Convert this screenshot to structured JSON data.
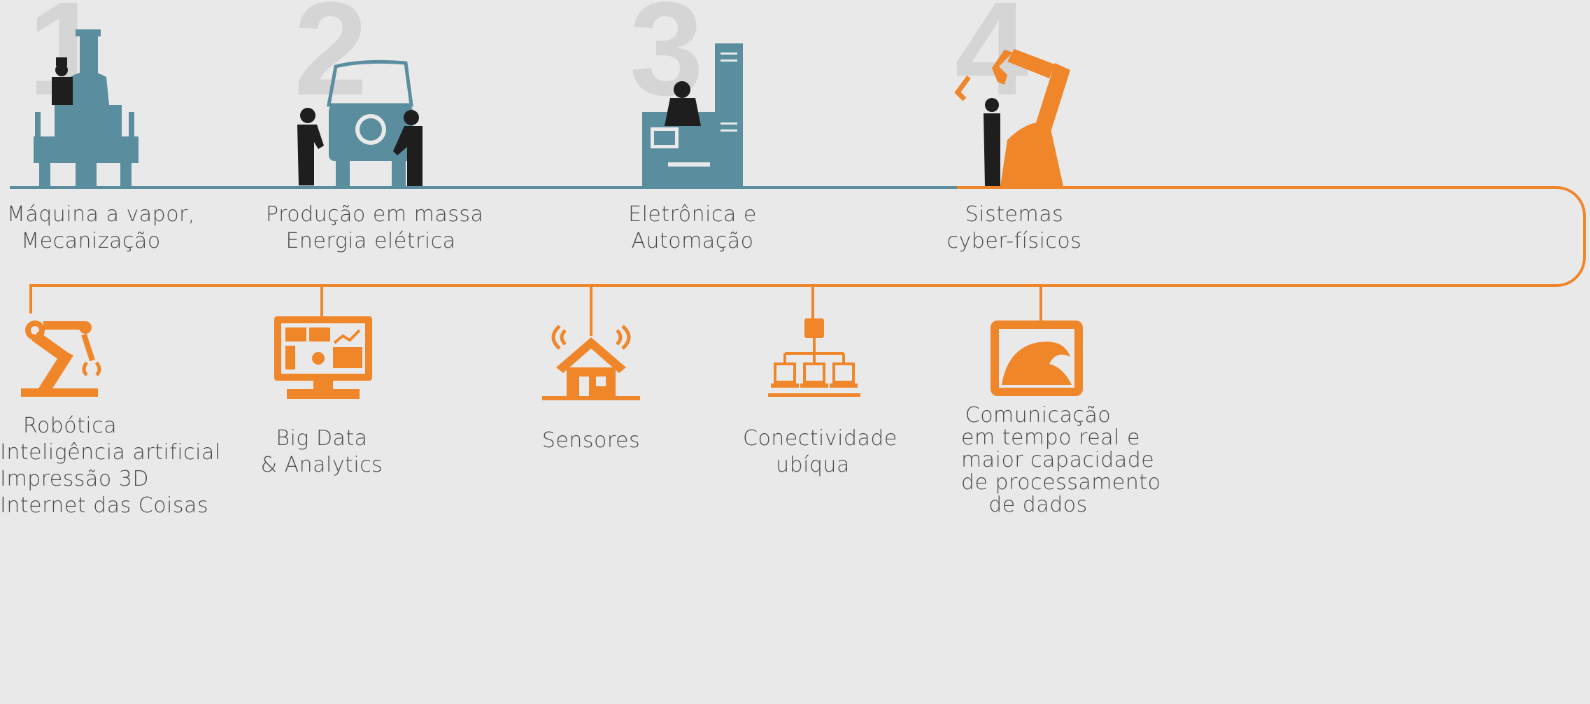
{
  "colors": {
    "background": "#e9e9e9",
    "teal": "#5a8e9e",
    "orange": "#f0862a",
    "number_gray": "#d5d5d5",
    "silhouette": "#1e1e1e",
    "text": "#4b4b4b"
  },
  "stages": [
    {
      "number": "1",
      "icon": "steam-engine-icon",
      "lines": [
        "Máquina a vapor,",
        "Mecanização"
      ]
    },
    {
      "number": "2",
      "icon": "car-assembly-icon",
      "lines": [
        "Produção em massa",
        "Energia elétrica"
      ]
    },
    {
      "number": "3",
      "icon": "control-cabinet-icon",
      "lines": [
        "Eletrônica e",
        "Automação"
      ]
    },
    {
      "number": "4",
      "icon": "industrial-robot-icon",
      "lines": [
        "Sistemas",
        "cyber-físicos"
      ]
    }
  ],
  "technologies": [
    {
      "icon": "robot-arm-icon",
      "lines": [
        "Robótica",
        "Inteligência artificial",
        "Impressão 3D",
        "Internet das Coisas"
      ]
    },
    {
      "icon": "analytics-monitor-icon",
      "lines": [
        "Big Data",
        "& Analytics"
      ]
    },
    {
      "icon": "smart-house-icon",
      "lines": [
        "Sensores"
      ]
    },
    {
      "icon": "network-icon",
      "lines": [
        "Conectividade",
        "ubíqua"
      ]
    },
    {
      "icon": "tablet-wave-icon",
      "lines": [
        "Comunicação",
        "em tempo real e",
        "maior capacidade",
        "de processamento",
        "de dados"
      ]
    }
  ]
}
